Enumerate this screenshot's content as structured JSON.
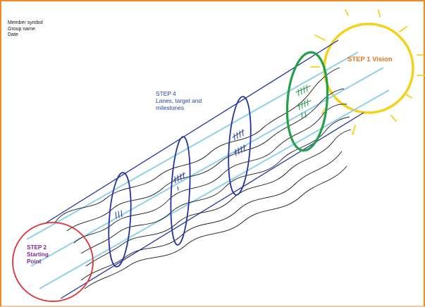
{
  "header": {
    "member_symbol": "Member symbol",
    "group_name": "Group name",
    "date": "Date"
  },
  "labels": {
    "step4_title": "STEP 4",
    "step4_line2": "Lanes, target and",
    "step4_line3": "milestones",
    "step2_title": "STEP 2",
    "step2_line2": "Starting",
    "step2_line3": "Point",
    "step1": "STEP 1 Vision"
  },
  "colors": {
    "frame": "#f08a24",
    "tube": "#2233a0",
    "lane": "#8fd0ea",
    "start_circle": "#e53030",
    "vision_ring": "#22a04a",
    "sun": "#f5d21a",
    "milestone": "#2233a0",
    "tally_green": "#2e9a4a"
  }
}
